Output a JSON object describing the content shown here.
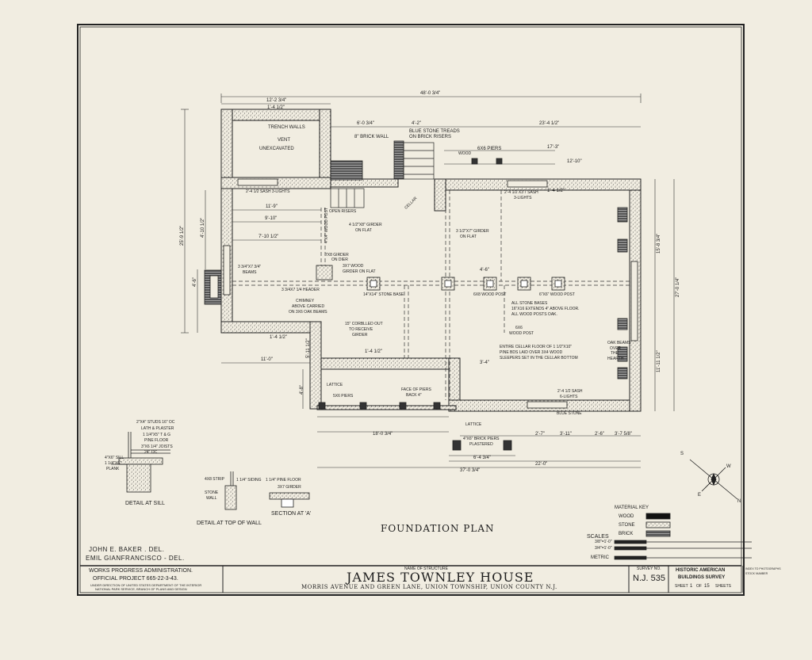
{
  "drawing": {
    "title": "FOUNDATION PLAN",
    "detail_sill": "DETAIL AT SILL",
    "detail_top_wall": "DETAIL AT TOP OF WALL",
    "section_a": "SECTION AT 'A'",
    "scales_label": "SCALES",
    "scale_feet": "3/8\"=1'-0\"",
    "scale_feet2": "3/4\"=1'-0\"",
    "scale_metric": "METRIC"
  },
  "material_key": {
    "title": "MATERIAL KEY",
    "items": [
      "WOOD",
      "STONE",
      "BRICK"
    ]
  },
  "delineators": [
    "JOHN E. BAKER . DEL.",
    "EMIL GIANFRANCISCO - DEL."
  ],
  "titleblock": {
    "wpa": "WORKS PROGRESS ADMINISTRATION.",
    "project": "OFFICIAL PROJECT 665-22-3-43.",
    "direction1": "UNDER DIRECTION OF UNITED STATES DEPARTMENT OF THE INTERIOR",
    "direction2": "NATIONAL PARK SERVICE, BRANCH OF PLANS AND DESIGN",
    "structure_label": "NAME OF STRUCTURE",
    "structure_name": "JAMES TOWNLEY HOUSE",
    "address": "MORRIS AVENUE AND GREEN LANE, UNION TOWNSHIP, UNION COUNTY N.J.",
    "survey_label": "SURVEY NO.",
    "survey_no": "N.J. 535",
    "habs1": "HISTORIC AMERICAN",
    "habs2": "BUILDINGS SURVEY",
    "sheet_word": "SHEET",
    "sheet_no": "1",
    "of_word": "OF",
    "sheet_total": "15",
    "sheets_word": "SHEETS",
    "index1": "INDEX TO PHOTOGRAPHS",
    "index2": "STOCK NUMBER"
  },
  "dimensions": {
    "overall_top": "48'-0 3/4\"",
    "left_top": "12'-2 3/4\"",
    "left_top2": "1'-4 1/2\"",
    "d_6_03": "6'-0 3/4\"",
    "d_4_2": "4'-2\"",
    "d_23_4": "23'-4 1/2\"",
    "d_17_3": "17'-3\"",
    "d_12_10": "12'-10\"",
    "d_1_4b": "1'-4 1/2\"",
    "d_11_9": "11'-9\"",
    "d_9_10": "9'-10\"",
    "d_7_10": "7'-10 1/2\"",
    "d_11_0": "11'-0\"",
    "d_1_4c": "1'-4 1/2\"",
    "right_overall": "27'-0 1/4\"",
    "right_upper": "15'-8 3/4\"",
    "right_lower": "11'-11 1/2\"",
    "left_overall": "25'-9 1/2\"",
    "d_4_6": "4'-6\"",
    "d_4_10": "4'-10 1/2\"",
    "d_4_8": "4'-8\"",
    "d_5_11": "5'-11 1/2\"",
    "d_18_03": "18'-0 3/4\"",
    "d_22_0": "22'-0\"",
    "d_37_03": "37'-0 3/4\"",
    "d_6_43": "6'-4 3/4\"",
    "d_2_7": "2'-7\"",
    "d_3_11": "3'-11\"",
    "d_2_6": "2'-6\"",
    "d_3_7": "3'-7 5/8\"",
    "d_4_6b": "4'-6\"",
    "d_1_4d": "1'-4 1/2\"",
    "d_3_4": "3'-4\""
  },
  "notes": {
    "trench": "TRENCH WALLS",
    "vent": "VENT",
    "unexcavated": "UNEXCAVATED",
    "brick_wall": "8\" BRICK WALL",
    "blue_stone": "BLUE STONE TREADS",
    "brick_risers": "ON BRICK RISERS",
    "piers": "6X6 PIERS",
    "sash_left": "2'-4 1/2 SASH 3-LIGHTS",
    "sash_right": "2'-4 1/2 X3'7 SASH",
    "sash_right2": "3-LIGHTS",
    "open_risers": "OPEN RISERS",
    "girder1": "4 1/2\"X8\" GIRDER",
    "girder1b": "ON FLAT",
    "girder2": "3 1/2\"X7\" GIRDER",
    "girder2b": "ON FLAT",
    "wood_post": "4\"X4\" WOOD POST",
    "girder3": "7X8 GIRDER",
    "girder3b": "ON DIER",
    "girder4": "3X7 WOOD",
    "girder4b": "GIRDER ON FLAT",
    "beams": "3 3/4\"X7 3/4\"",
    "beams2": "BEAMS",
    "header": "3 3/4X7 1/4 HEADER",
    "chimney": "CHIMNEY",
    "chimney2": "ABOVE CARRIED",
    "chimney3": "ON 3X6 OAK BEAMS",
    "stone_base": "14\"X14\" STONE BASE",
    "post_6x8": "6X8 WOOD POST",
    "post_6x6": "6\"X6\" WOOD POST",
    "bases1": "ALL STONE BASES",
    "bases2": "16\"X16 EXTENDS 4\" ABOVE FLOOR.",
    "bases3": "ALL WOOD POSTS OAK.",
    "corbelled": "15\" CORBLLED OUT",
    "corbelled2": "TO RECEIVE",
    "corbelled3": "GIRDER",
    "post_6x6b": "6X6",
    "post_6x6c": "WOOD POST",
    "floor1": "ENTIRE CELLAR FLOOR OF 1 1/2\"X10\"",
    "floor2": "PINE BDS LAID OVER 3X4 WOOD",
    "floor3": "SLEEPERS SET IN THE CELLAR BOTTOM",
    "hearth1": "OAK BEAMS",
    "hearth2": "OVER",
    "hearth3": "THE",
    "hearth4": "HEARTH",
    "lattice1": "LATTICE",
    "lattice2": "LATTICE",
    "piers2": "5X6 PIERS",
    "face_piers": "FACE OF PIERS",
    "face_piers2": "BACK 4\"",
    "brick_piers": "4\"X6\" BRICK PIERS",
    "brick_piers2": "PLASTERED",
    "sash_bottom": "2'-4 1/2 SASH",
    "sash_bottom2": "6-LIGHTS",
    "blue_stone2": "BLUE STONE",
    "wood_label": "WOOD",
    "dashed_cellar": "CELLAR",
    "sill1": "2\"X4\" STUDS 16\" OC",
    "sill2": "LATH & PLASTER",
    "sill3": "1 1/4\"X5\" T & G",
    "sill4": "PINE FLOOR",
    "sill5": "3\"X6 1/4\" JOISTS",
    "sill6": "24\" OC",
    "sill7": "4\"X6\" SILL",
    "sill8": "1 1/4\"X6\"",
    "sill9": "PLANK",
    "topwall1": "1 1/4\" SIDING",
    "topwall2": "4X8 STRIP",
    "topwall3": "STONE",
    "topwall4": "WALL",
    "sec1": "1 1/4\" PINE FLOOR",
    "sec2": "3X7 GIRDER",
    "compass_n": "N",
    "compass_s": "S",
    "compass_e": "E",
    "compass_w": "W"
  }
}
